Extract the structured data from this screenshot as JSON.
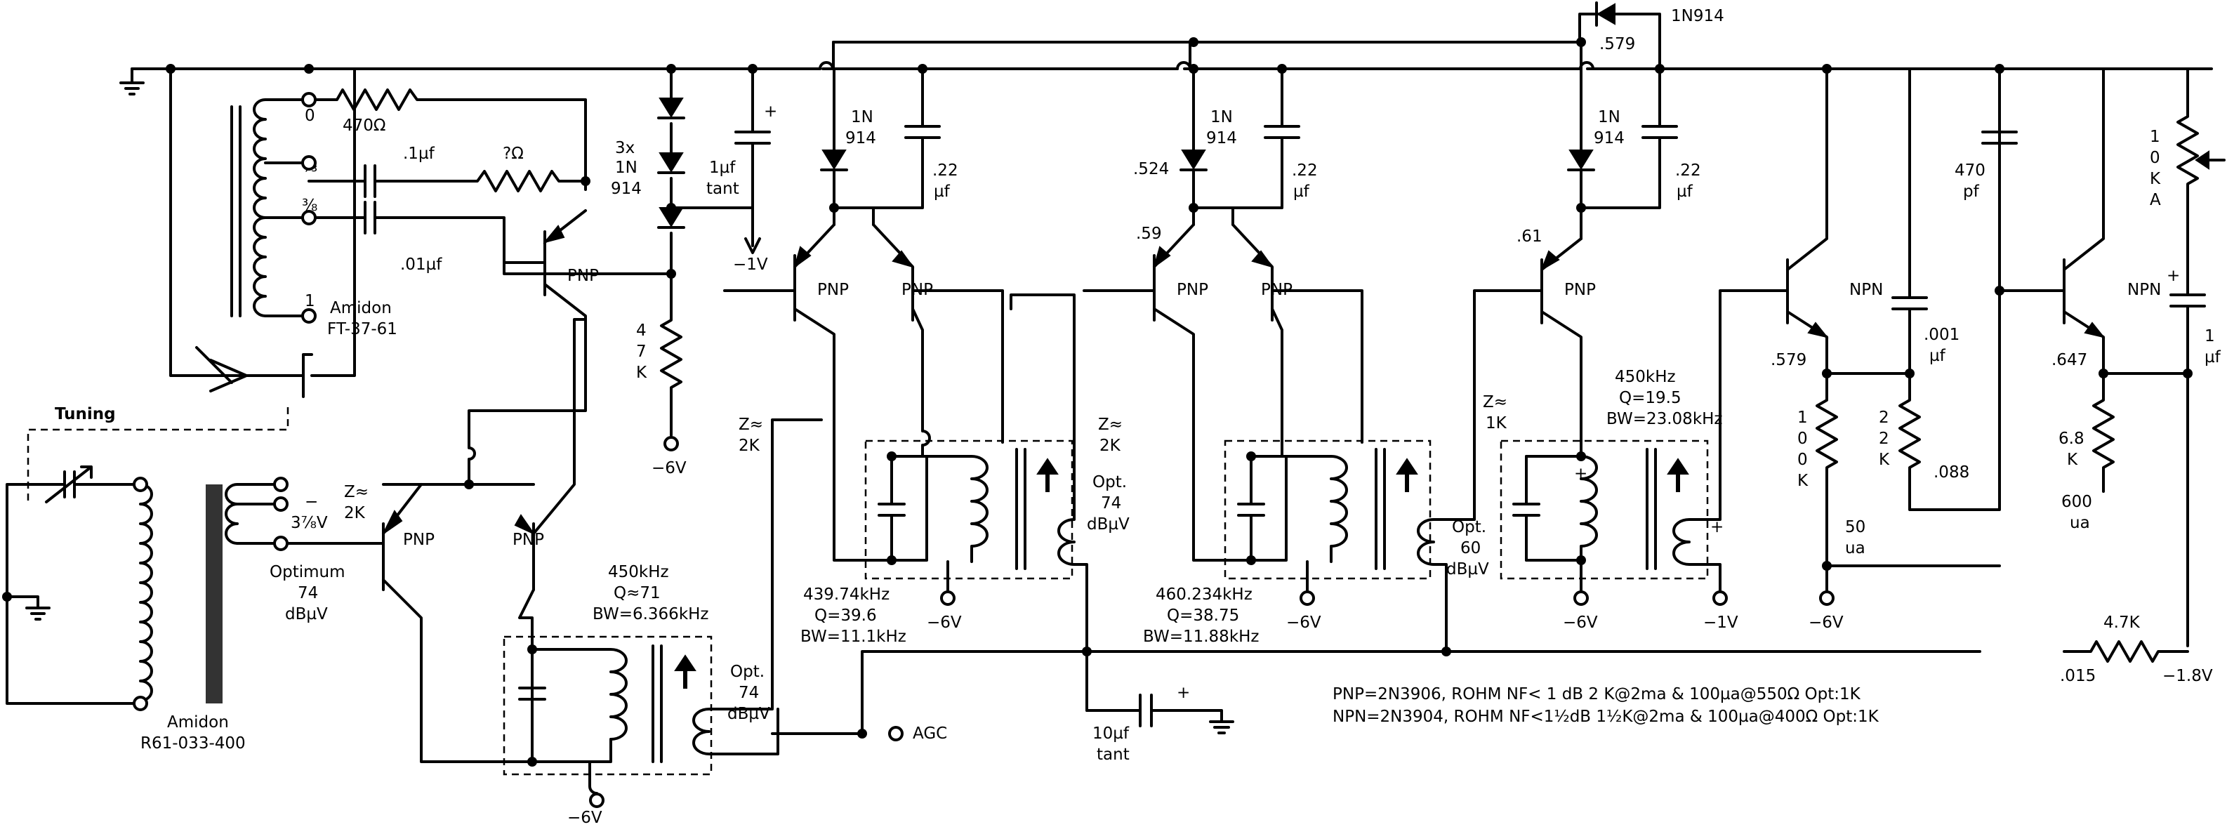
{
  "labels": {
    "d_top": "1N914",
    "d_top_v": ".579",
    "r470": "470Ω",
    "tap0": "0",
    "tap13": "⅓",
    "tap38": "⅜",
    "tap1": "1",
    "c_p1": ".1µf",
    "r_q": "?Ω",
    "c_p01": ".01µf",
    "amidon1_a": "Amidon",
    "amidon1_b": "FT-37-61",
    "pnp_q1": "PNP",
    "d3x_a": "3x",
    "d3x_b": "1N",
    "d3x_c": "914",
    "c1uf_a": "1µf",
    "c1uf_b": "tant",
    "m1v": "−1V",
    "r47k_a": "4",
    "r47k_b": "7",
    "r47k_c": "K",
    "m6v_a": "−6V",
    "tuning": "Tuning",
    "zin_a": "Z≈",
    "zin_b": "2K",
    "minus": "−",
    "v378": "3⅞V",
    "opt_a": "Optimum",
    "opt_b": "74",
    "opt_c": "dBµV",
    "amidon2_a": "Amidon",
    "amidon2_b": "R61-033-400",
    "pnp_l": "PNP",
    "pnp_r": "PNP",
    "t1_a": "450kHz",
    "t1_b": "Q≈71",
    "t1_c": "BW=6.366kHz",
    "m6v_b": "−6V",
    "o74a": "Opt.",
    "o74b": "74",
    "o74c": "dBµV",
    "agc": "AGC",
    "z2k_1a": "Z≈",
    "z2k_1b": "2K",
    "d1a": "1N",
    "d1b": "914",
    "c22_1a": ".22",
    "c22_1b": "µf",
    "pnp_2a": "PNP",
    "pnp_2b": "PNP",
    "t2_a": "439.74kHz",
    "t2_b": "Q=39.6",
    "t2_c": "BW=11.1kHz",
    "m6v_c": "−6V",
    "o2a": "Opt.",
    "o2b": "74",
    "o2c": "dBµV",
    "c10_a": "10µf",
    "c10_b": "tant",
    "v524": ".524",
    "v59": ".59",
    "d2a": "1N",
    "d2b": "914",
    "c22_2a": ".22",
    "c22_2b": "µf",
    "pnp_3a": "PNP",
    "pnp_3b": "PNP",
    "z2k_2a": "Z≈",
    "z2k_2b": "2K",
    "t3_a": "460.234kHz",
    "t3_b": "Q=38.75",
    "t3_c": "BW=11.88kHz",
    "m6v_d": "−6V",
    "o3a": "Opt.",
    "o3b": "60",
    "o3c": "dBµV",
    "v61": ".61",
    "d3a": "1N",
    "d3b": "914",
    "c22_3a": ".22",
    "c22_3b": "µf",
    "pnp_4": "PNP",
    "z1k_a": "Z≈",
    "z1k_b": "1K",
    "t4_a": "450kHz",
    "t4_b": "Q=19.5",
    "t4_c": "BW=23.08kHz",
    "m6v_e": "−6V",
    "m1v_b": "−1V",
    "plus_t4a": "+",
    "plus_t4b": "+",
    "npn_1": "NPN",
    "v579": ".579",
    "r100k_a": "1",
    "r100k_b": "0",
    "r100k_c": "0",
    "r100k_d": "K",
    "c001_a": ".001",
    "c001_b": "µf",
    "r22k_a": "2",
    "r22k_b": "2",
    "r22k_c": "K",
    "v088": ".088",
    "i50_a": "50",
    "i50_b": "ua",
    "m6v_f": "−6V",
    "c470_a": "470",
    "c470_b": "pf",
    "npn_2": "NPN",
    "v647": ".647",
    "r68k_a": "6.8",
    "r68k_b": "K",
    "i600_a": "600",
    "i600_b": "ua",
    "pot_a": "1",
    "pot_b": "0",
    "pot_c": "K",
    "pot_d": "A",
    "plus_c1": "+",
    "c1_a": "1",
    "c1_b": "µf",
    "r47k2": "4.7K",
    "v015": ".015",
    "m18v": "−1.8V",
    "note1": "PNP=2N3906,  ROHM NF< 1  dB   2   K@2ma & 100µa@550Ω     Opt:1K",
    "note2": "NPN=2N3904,  ROHM NF<1½dB  1½K@2ma & 100µa@400Ω     Opt:1K"
  },
  "colors": {
    "ink": "#000000",
    "background": "#ffffff",
    "input_transformer_box": "#fbf8e3",
    "output_transformer_box": "#e6e6e6"
  }
}
